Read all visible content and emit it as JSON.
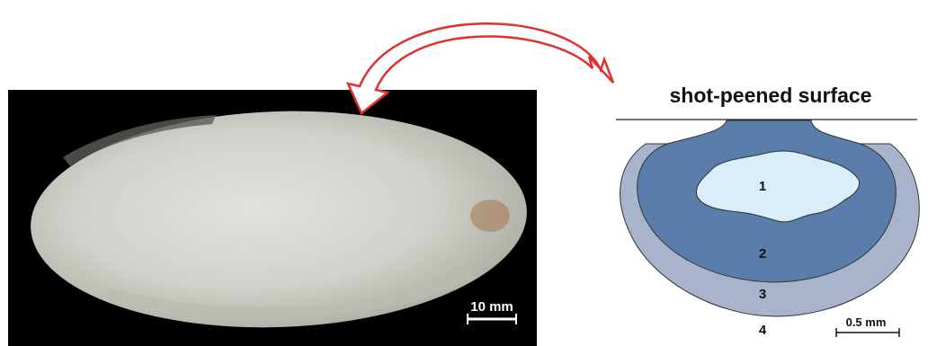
{
  "photo": {
    "scale_label": "10 mm"
  },
  "schematic": {
    "surface_label": "shot-peened surface",
    "zones": [
      "1",
      "2",
      "3",
      "4"
    ],
    "scale_label": "0.5 mm"
  },
  "colors": {
    "arrow": "#e03030",
    "zone1": "#d8eef8",
    "zone2": "#5a7dab",
    "zone3": "#a8b4cc",
    "photo_bg": "#000000",
    "specimen": "#d9dbd3"
  }
}
